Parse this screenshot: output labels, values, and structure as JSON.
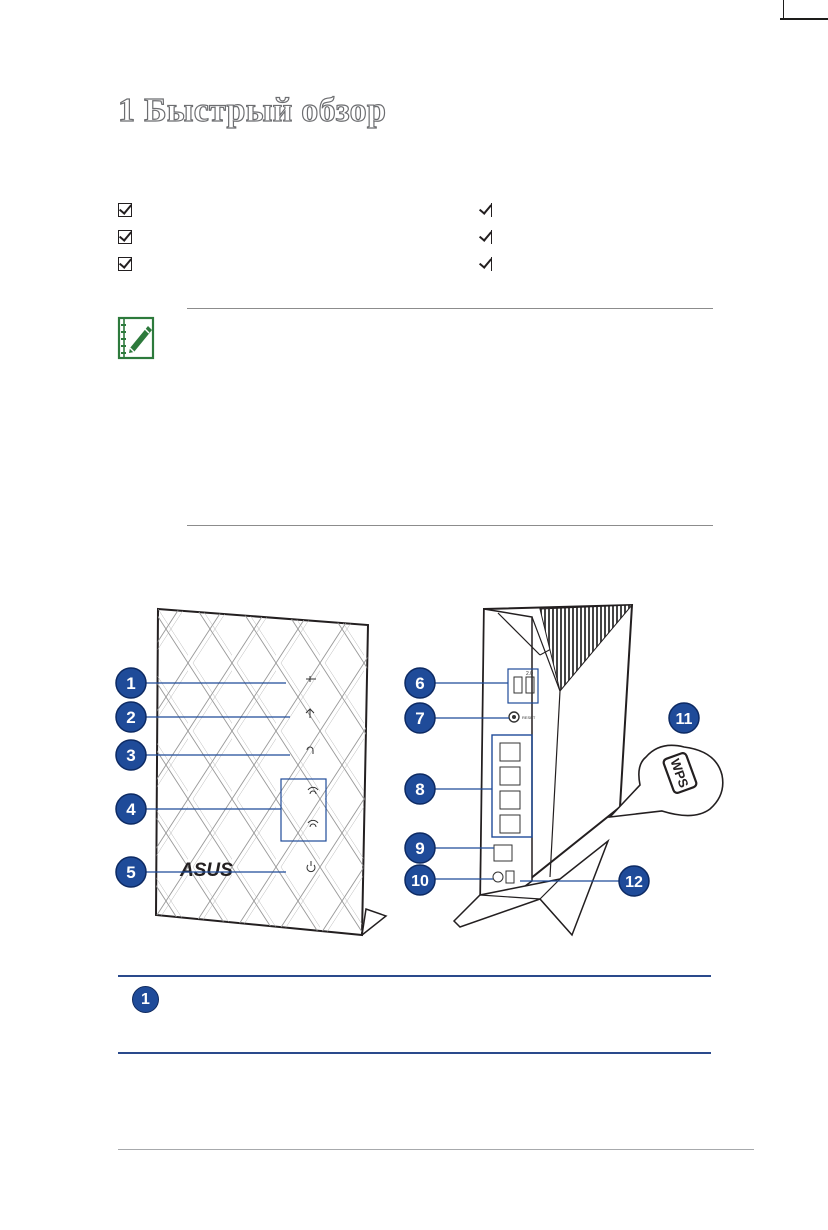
{
  "page": {
    "chapter_title": "1 Быстрый обзор"
  },
  "checklist": {
    "left_column_count": 3,
    "right_column_count": 3
  },
  "figure": {
    "brand_logo": "ASUS",
    "wps_label": "WPS",
    "callouts_front": [
      "1",
      "2",
      "3",
      "4",
      "5"
    ],
    "callouts_back": [
      "6",
      "7",
      "8",
      "9",
      "10",
      "11",
      "12"
    ],
    "back_port_labels": {
      "usb_label": "2.0",
      "reset_label": "RESET"
    },
    "colors": {
      "callout_fill": "#1f4b99",
      "callout_stroke": "#0d2a63",
      "leader_line": "#1f4b99",
      "router_outline": "#231f20"
    }
  },
  "legend_table": {
    "first_badge": "1"
  },
  "icons": [
    "note-pencil-icon",
    "checkbox-checked-icon",
    "checkmark-icon",
    "usb-icon",
    "wifi-icon",
    "wan-icon",
    "lan-icon",
    "power-icon"
  ]
}
